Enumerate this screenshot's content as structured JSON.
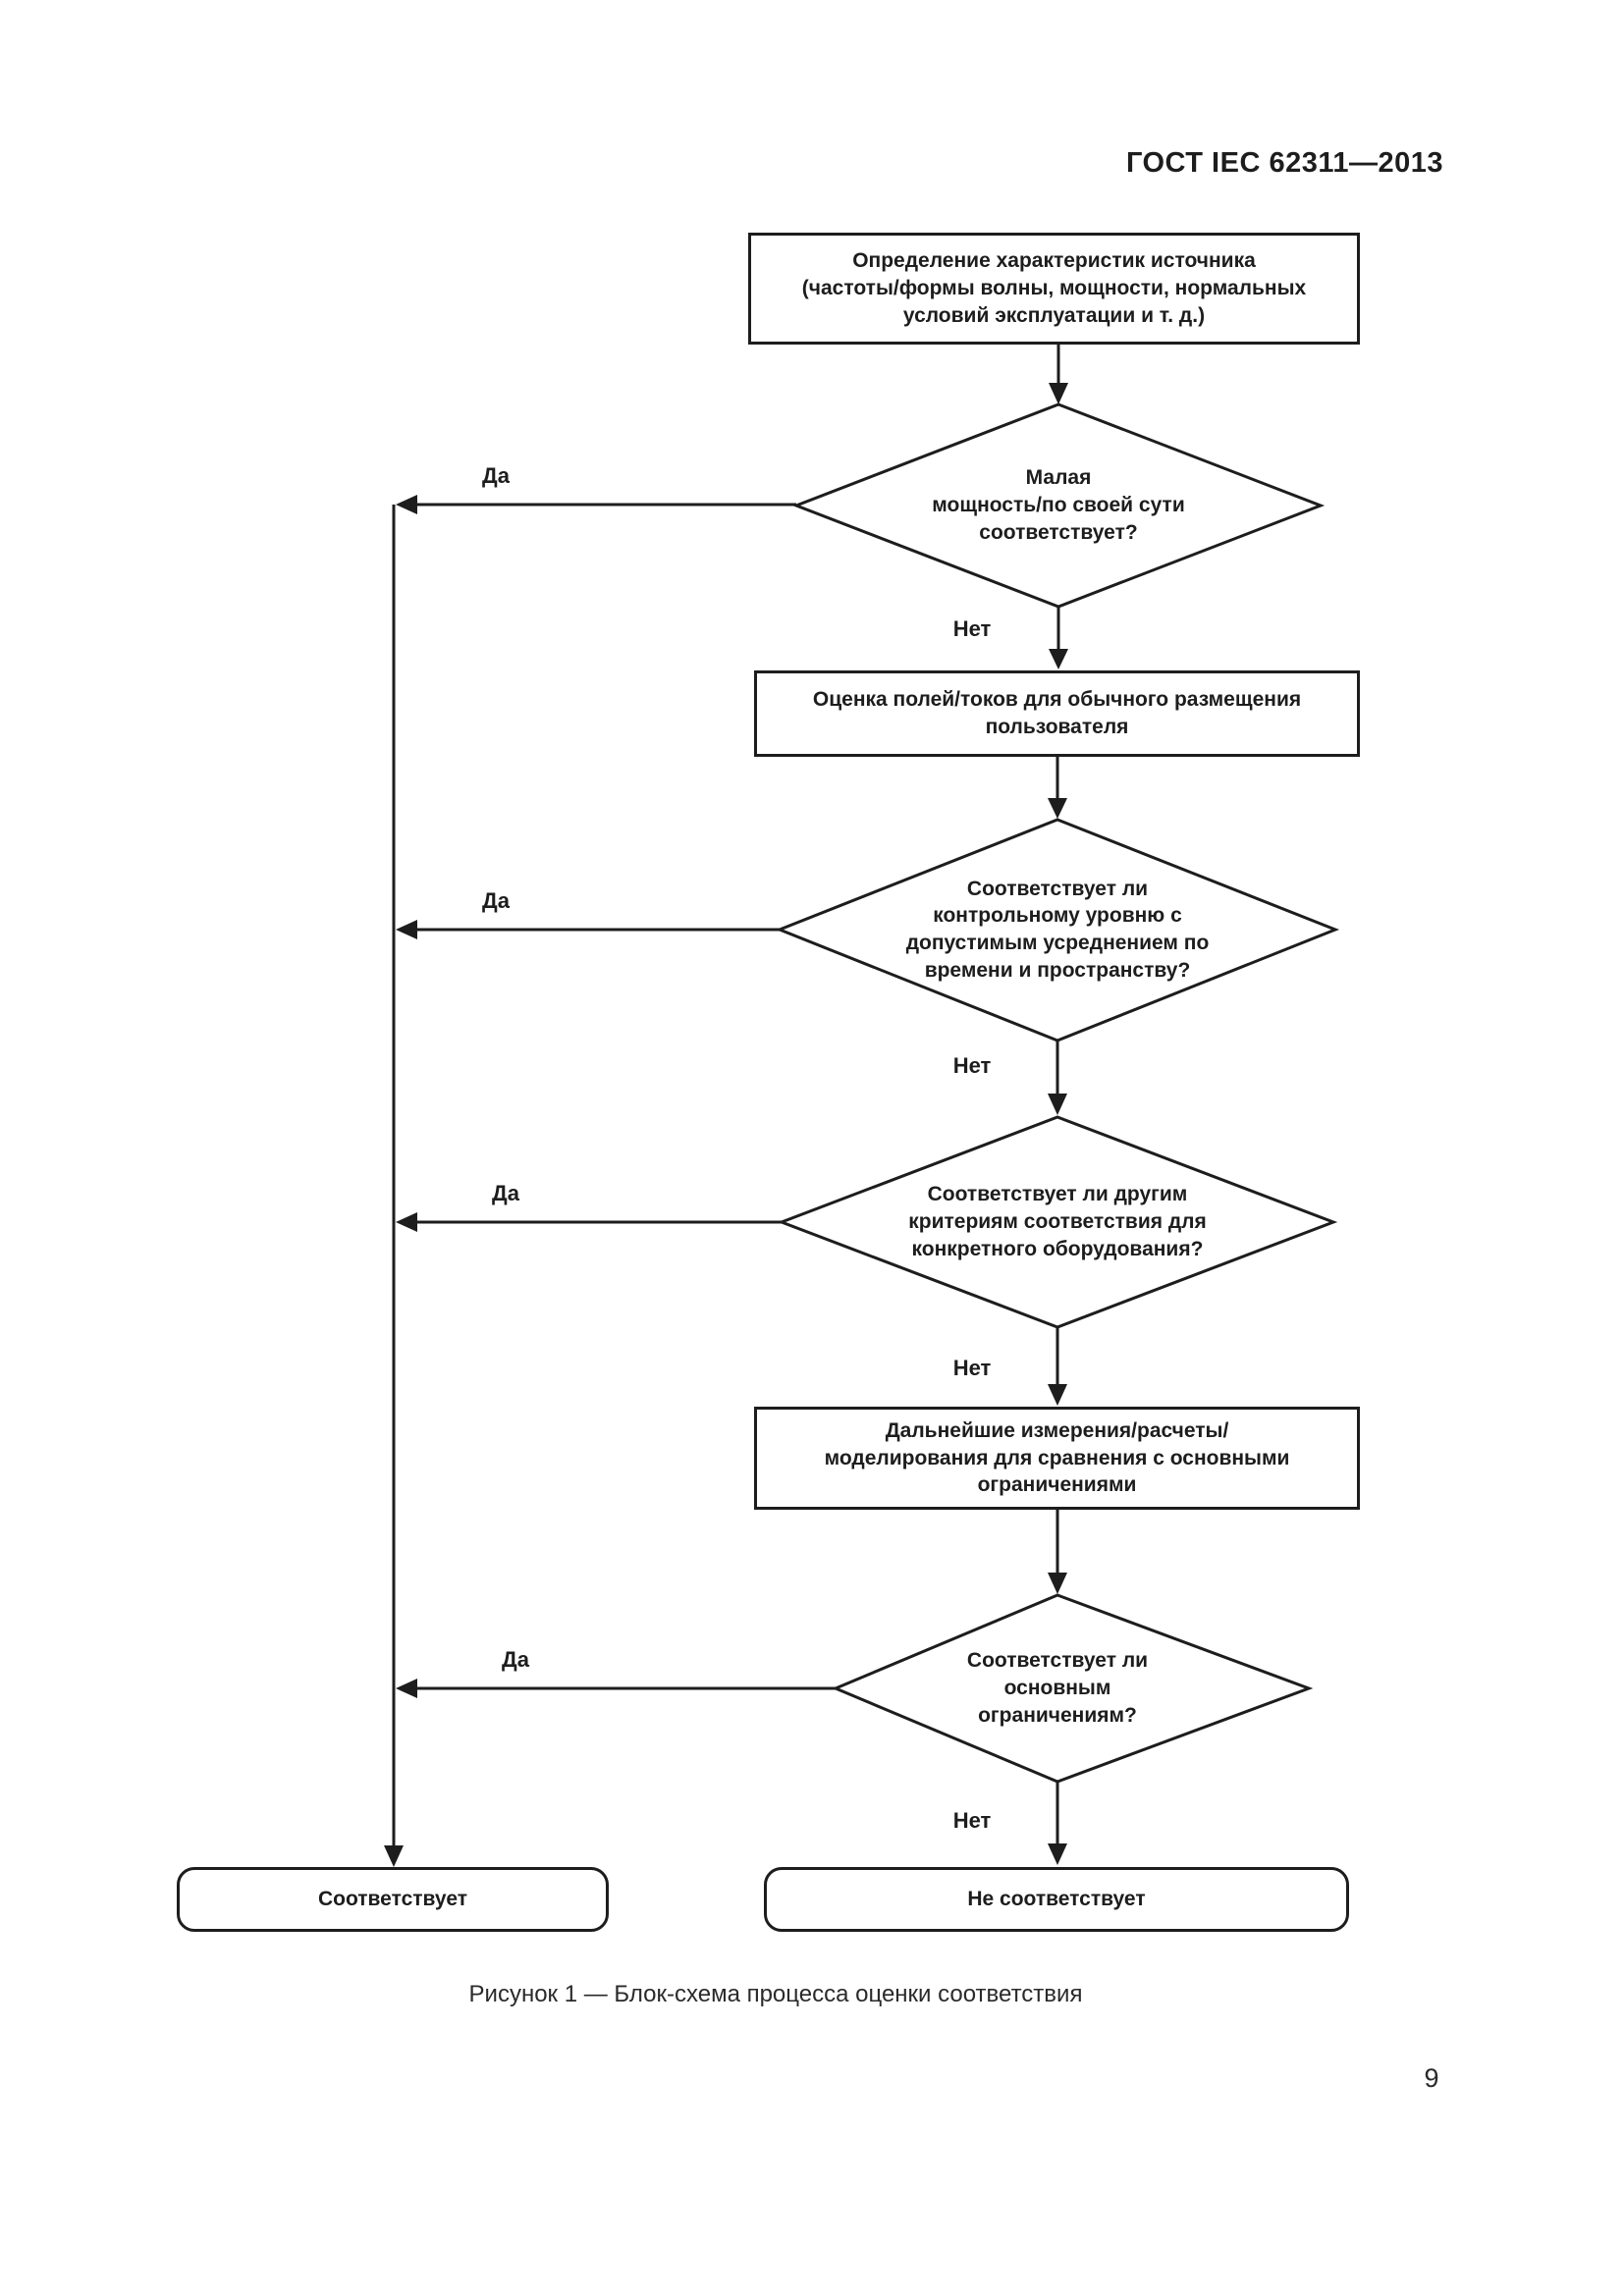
{
  "document": {
    "header_title": "ГОСТ IEC 62311—2013",
    "figure_caption": "Рисунок 1 — Блок-схема процесса оценки соответствия",
    "page_number": "9"
  },
  "flowchart": {
    "process_source_characteristics": "Определение характеристик источника\n(частоты/формы волны, мощности, нормальных\nусловий эксплуатации и т. д.)",
    "decision_low_power": "Малая\nмощность/по своей сути\nсоответствует?",
    "process_field_assessment": "Оценка полей/токов для обычного размещения\nпользователя",
    "decision_reference_level": "Соответствует ли\nконтрольному уровню с\nдопустимым усреднением по\nвремени и пространству?",
    "decision_other_criteria": "Соответствует ли другим\nкритериям соответствия для\nконкретного оборудования?",
    "process_further_measurements": "Дальнейшие измерения/расчеты/\nмоделирования для сравнения с основными\nограничениями",
    "decision_basic_restrictions": "Соответствует ли\nосновным\nограничениям?",
    "terminal_complies": "Соответствует",
    "terminal_not_complies": "Не соответствует",
    "label_yes": "Да",
    "label_no": "Нет"
  },
  "colors": {
    "ink": "#1d1d1d",
    "background": "#ffffff"
  }
}
